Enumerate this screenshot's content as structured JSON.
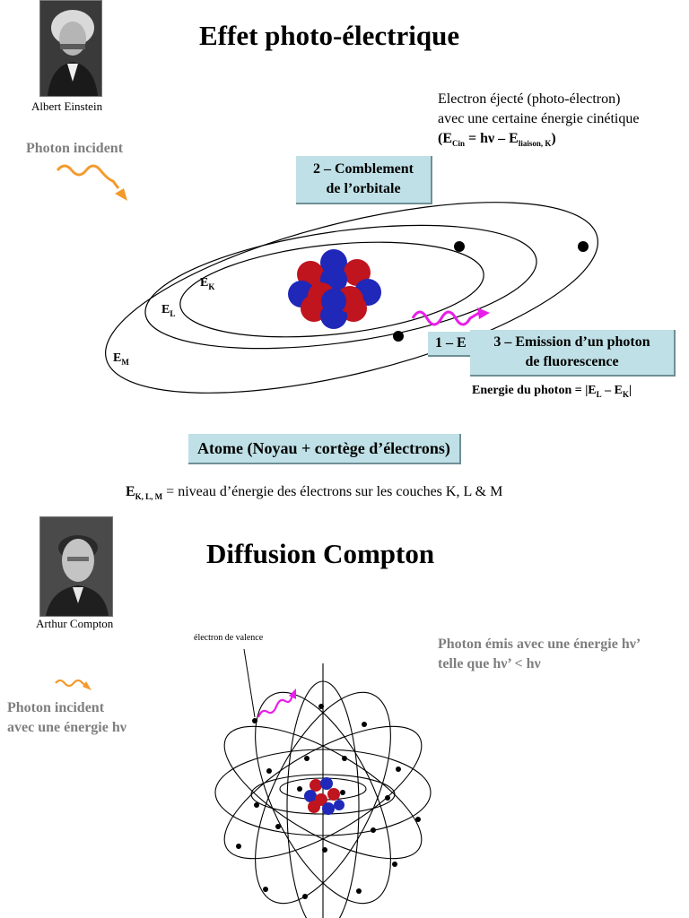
{
  "section1": {
    "title": "Effet photo-électrique",
    "portrait_caption": "Albert Einstein",
    "photon_incident": "Photon incident",
    "ejected_line1": "Electron éjecté (photo-électron)",
    "ejected_line2": "avec une certaine énergie cinétique",
    "ejected_formula_open": "(E",
    "ejected_formula_sub1": "Cin",
    "ejected_formula_mid": " = hν – E",
    "ejected_formula_sub2": "liaison, K",
    "ejected_formula_close": ")",
    "box_comblement_line1": "2 – Comblement",
    "box_comblement_line2": "de l’orbitale",
    "box_hidden_text": "1 – E",
    "box_emission_line1": "3 – Emission d’un photon",
    "box_emission_line2": "de fluorescence",
    "energie_photon_prefix": "Energie du photon = |E",
    "energie_photon_sub1": "L",
    "energie_photon_mid": " – E",
    "energie_photon_sub2": "K",
    "energie_photon_close": "|",
    "label_ek": "E",
    "label_ek_sub": "K",
    "label_el": "E",
    "label_el_sub": "L",
    "label_em": "E",
    "label_em_sub": "M",
    "atome_box": "Atome (Noyau + cortège d’électrons)",
    "ekl_prefix": "E",
    "ekl_sub": "K, L, M",
    "ekl_text": " = niveau d’énergie des électrons sur les couches K, L & M"
  },
  "section2": {
    "title": "Diffusion Compton",
    "portrait_caption": "Arthur Compton",
    "electron_valence": "électron de valence",
    "photon_emis_line1": "Photon émis avec une énergie hν’",
    "photon_emis_line2": "telle que hν’ < hν",
    "photon_incident_line1": "Photon incident",
    "photon_incident_line2": "avec une énergie hν"
  },
  "colors": {
    "photon_orange": "#f39a2b",
    "photon_magenta": "#e81ee8",
    "box_fill": "#bfe0e6",
    "grey_text": "#7f7f7f",
    "proton_red": "#c0141e",
    "neutron_blue": "#1f28b8"
  }
}
